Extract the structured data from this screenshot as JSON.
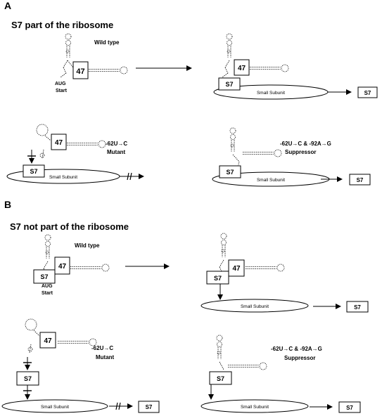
{
  "panels": [
    {
      "letter": "A",
      "title": "S7 part of the ribosome"
    },
    {
      "letter": "B",
      "title": "S7 not part of the ribosome"
    }
  ],
  "labels": {
    "wild_type": "Wild type",
    "protein_47": "47",
    "protein_s7": "S7",
    "small_subunit": "Small Subunit",
    "aug": "AUG",
    "start": "Start",
    "mutant_mutation": "-62U→C",
    "mutant": "Mutant",
    "suppressor_mutation": "-62U→C  &  -92A→G",
    "suppressor": "Suppressor"
  },
  "colors": {
    "ink": "#000000",
    "background": "#ffffff"
  }
}
